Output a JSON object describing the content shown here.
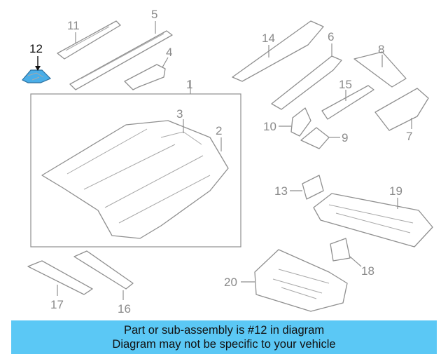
{
  "callouts": {
    "c1": "1",
    "c2": "2",
    "c3": "3",
    "c4": "4",
    "c5": "5",
    "c6": "6",
    "c7": "7",
    "c8": "8",
    "c9": "9",
    "c10": "10",
    "c11": "11",
    "c12": "12",
    "c13": "13",
    "c14": "14",
    "c15": "15",
    "c16": "16",
    "c17": "17",
    "c18": "18",
    "c19": "19",
    "c20": "20"
  },
  "highlight_color": "#4aaee8",
  "banner": {
    "color": "#5bc8f5",
    "line1": "Part or sub-assembly is #12 in diagram",
    "line2": "Diagram may not be specific to your vehicle"
  }
}
